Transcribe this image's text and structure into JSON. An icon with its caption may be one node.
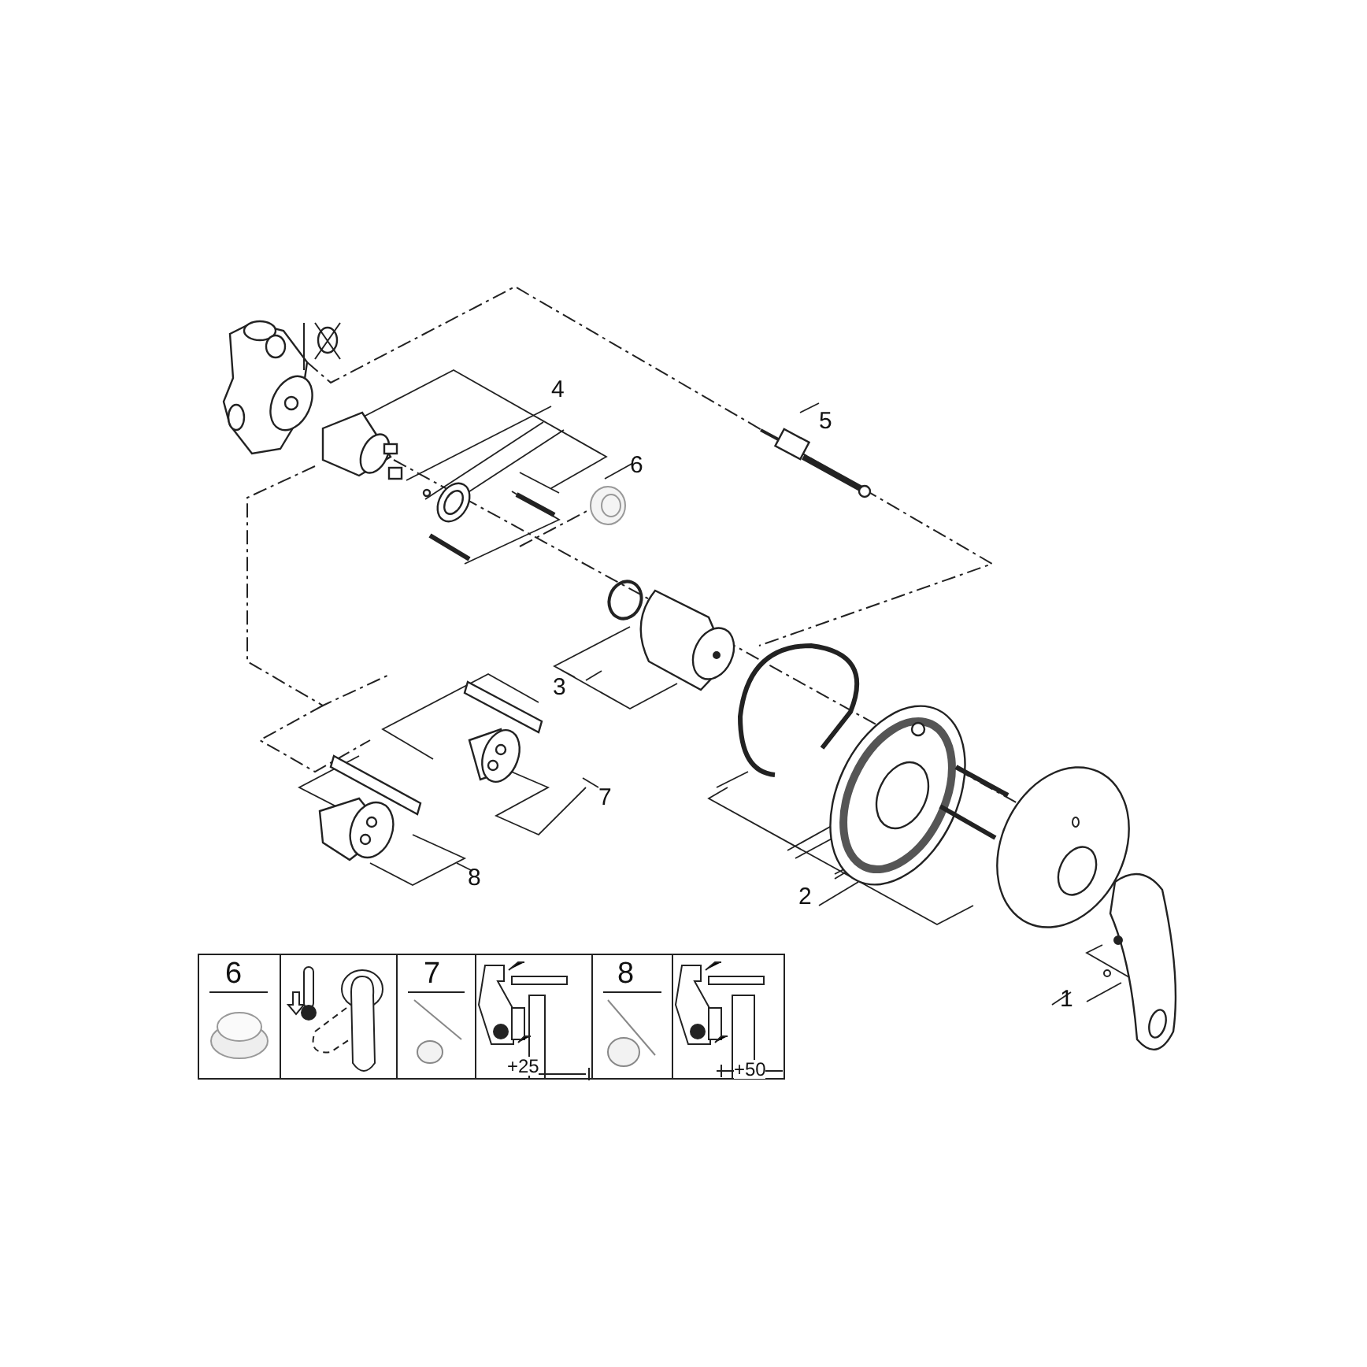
{
  "diagram": {
    "labels": [
      "4",
      "5",
      "6",
      "3",
      "7",
      "8",
      "2",
      "1",
      "6",
      "7",
      "+25",
      "8",
      "+50"
    ]
  }
}
